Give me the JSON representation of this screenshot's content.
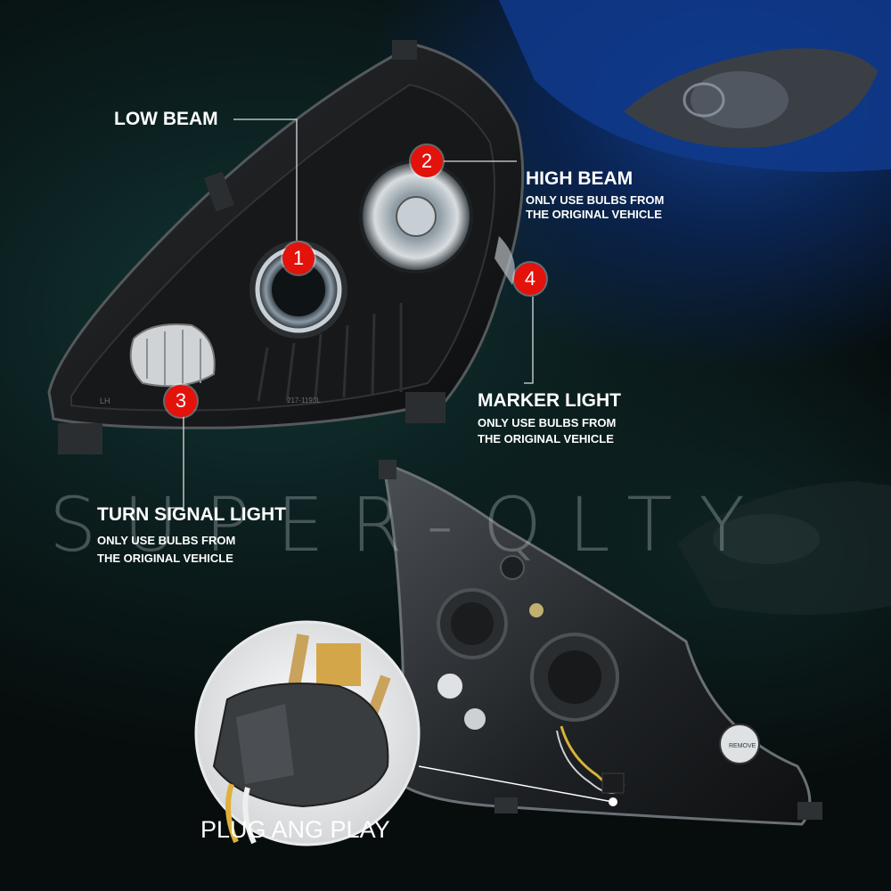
{
  "watermark": "SUPER-QLTY",
  "callouts": {
    "low_beam": {
      "number": "1",
      "title": "LOW BEAM"
    },
    "high_beam": {
      "number": "2",
      "title": "HIGH BEAM",
      "note_line1": "ONLY USE BULBS FROM",
      "note_line2": "THE ORIGINAL VEHICLE"
    },
    "turn_signal": {
      "number": "3",
      "title": "TURN SIGNAL  LIGHT",
      "note_line1": "ONLY USE BULBS FROM",
      "note_line2": "THE ORIGINAL VEHICLE"
    },
    "marker_light": {
      "number": "4",
      "title": "MARKER LIGHT",
      "note_line1": "ONLY USE BULBS FROM",
      "note_line2": "THE ORIGINAL VEHICLE"
    }
  },
  "housing_marks": {
    "side": "LH",
    "part_no": "217-1193L",
    "remove_label": "REMOVE"
  },
  "plug_label": "PLUG ANG PLAY",
  "colors": {
    "badge": "#e3120b",
    "text": "#ffffff",
    "background": "#0b1414",
    "car_blue": "#123d8a"
  }
}
